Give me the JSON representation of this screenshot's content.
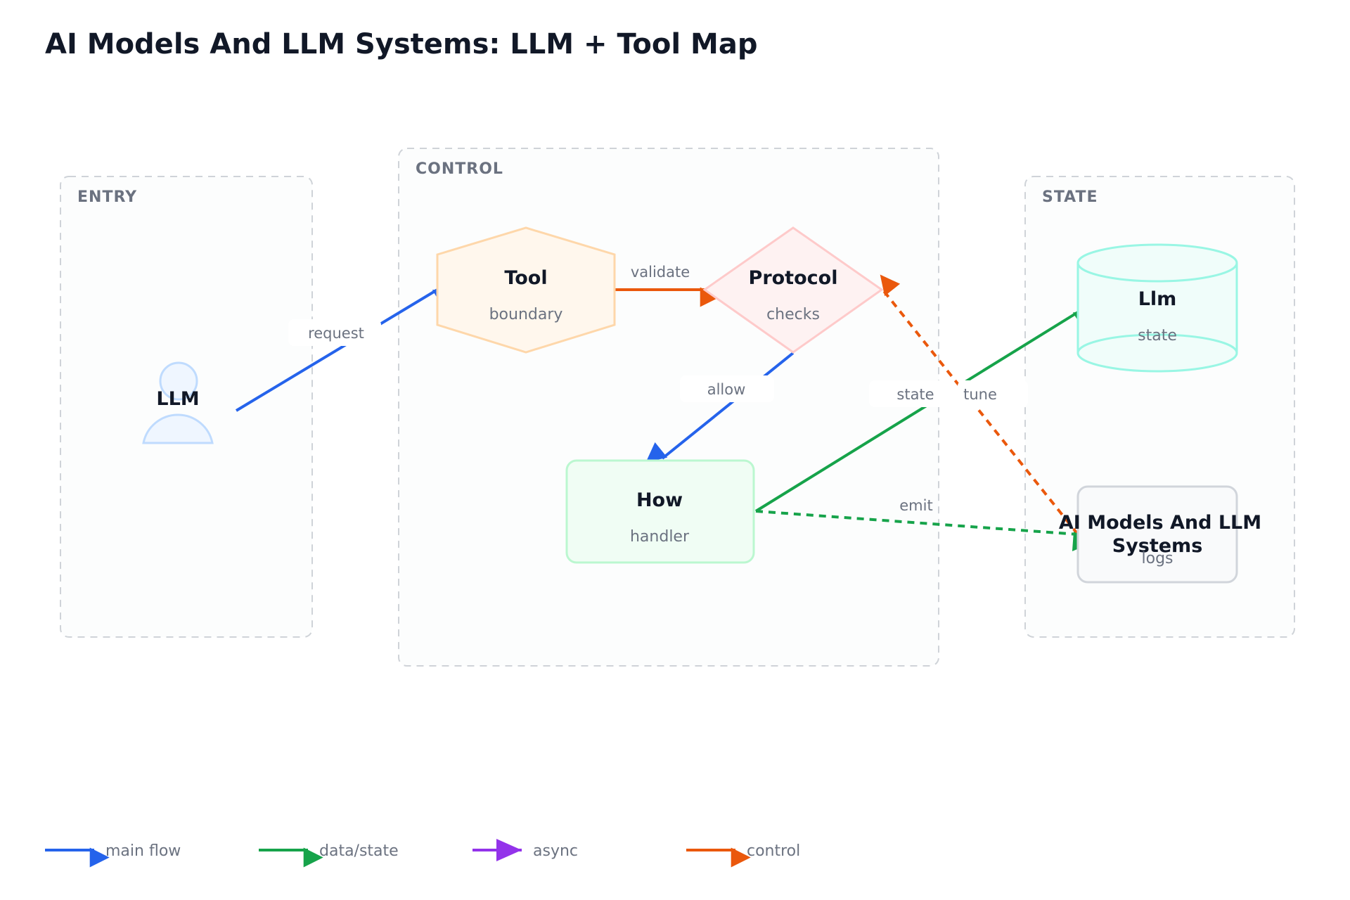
{
  "title": "AI Models And LLM Systems: LLM + Tool Map",
  "groups": {
    "entry": "ENTRY",
    "control": "CONTROL",
    "state": "STATE"
  },
  "nodes": {
    "llm": {
      "title": "LLM"
    },
    "tool": {
      "title": "Tool",
      "sub": "boundary"
    },
    "protocol": {
      "title": "Protocol",
      "sub": "checks"
    },
    "how": {
      "title": "How",
      "sub": "handler"
    },
    "llm_store": {
      "title": "Llm",
      "sub": "state"
    },
    "logs": {
      "title_line1": "AI Models And LLM",
      "title_line2": "Systems",
      "sub": "logs"
    }
  },
  "edges": {
    "request": "request",
    "validate": "validate",
    "allow": "allow",
    "state": "state",
    "tune": "tune",
    "emit": "emit"
  },
  "legend": [
    {
      "label": "main flow",
      "color": "#2563eb"
    },
    {
      "label": "data/state",
      "color": "#16a34a"
    },
    {
      "label": "async",
      "color": "#9333ea"
    },
    {
      "label": "control",
      "color": "#ea580c"
    }
  ],
  "colors": {
    "main_flow": "#2563eb",
    "data_state": "#16a34a",
    "async": "#9333ea",
    "control": "#ea580c"
  }
}
